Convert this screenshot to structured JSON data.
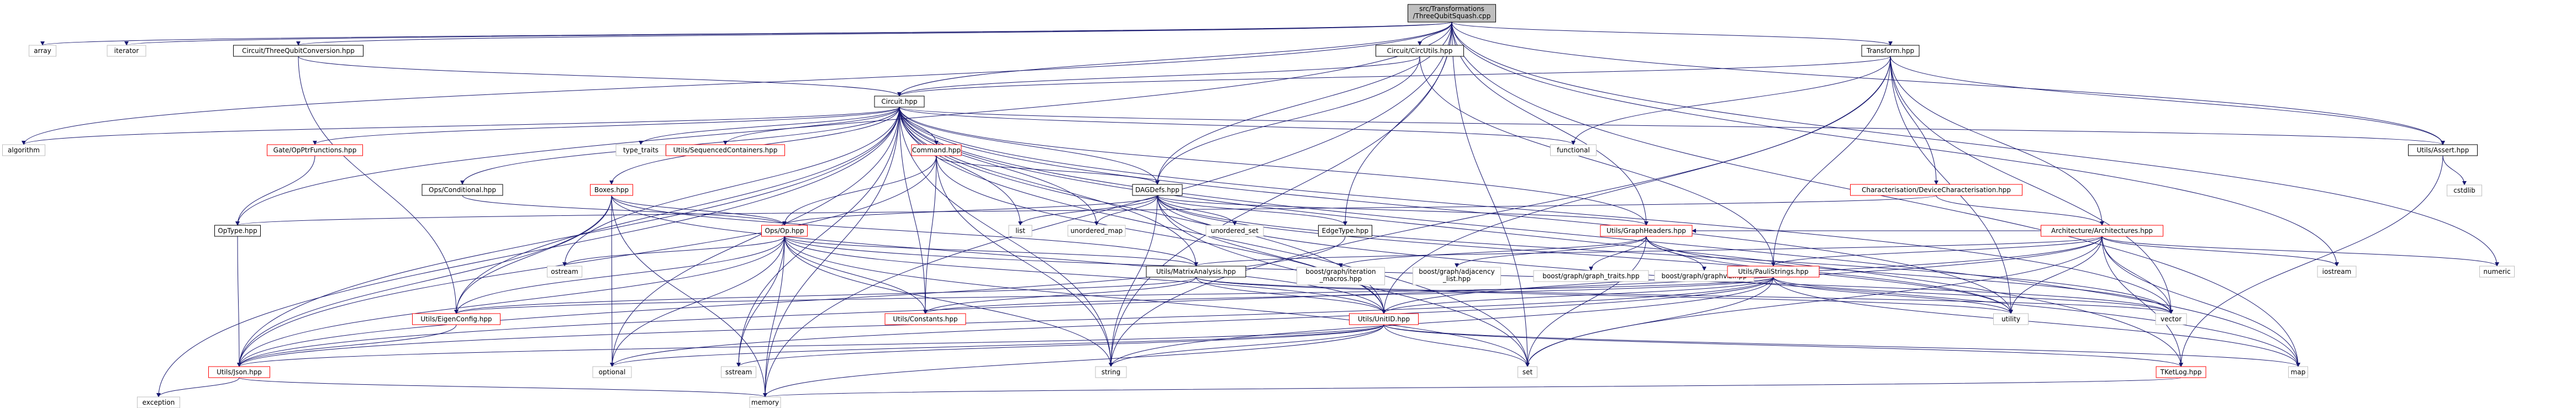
{
  "graph": {
    "colors": {
      "edge": "#191970",
      "node_fill": "#ffffff",
      "node_border": "#000000",
      "root_fill": "#bfbfbf",
      "incomplete_border": "#ff0000",
      "leaf_border": "#bfbfbf"
    },
    "nodes": [
      {
        "id": "root",
        "lines": [
          "src/Transformations",
          "/ThreeQubitSquash.cpp"
        ],
        "kind": "root"
      },
      {
        "id": "array",
        "lines": [
          "array"
        ],
        "kind": "leaf"
      },
      {
        "id": "iterator",
        "lines": [
          "iterator"
        ],
        "kind": "leaf"
      },
      {
        "id": "tq_conv",
        "lines": [
          "Circuit/ThreeQubitConversion.hpp"
        ],
        "kind": "normal"
      },
      {
        "id": "circutils",
        "lines": [
          "Circuit/CircUtils.hpp"
        ],
        "kind": "normal"
      },
      {
        "id": "transform",
        "lines": [
          "Transform.hpp"
        ],
        "kind": "normal"
      },
      {
        "id": "algorithm",
        "lines": [
          "algorithm"
        ],
        "kind": "leaf"
      },
      {
        "id": "circuit",
        "lines": [
          "Circuit.hpp"
        ],
        "kind": "normal"
      },
      {
        "id": "type_traits",
        "lines": [
          "type_traits"
        ],
        "kind": "leaf"
      },
      {
        "id": "seqcont",
        "lines": [
          "Utils/SequencedContainers.hpp"
        ],
        "kind": "incomplete"
      },
      {
        "id": "functional",
        "lines": [
          "functional"
        ],
        "kind": "leaf"
      },
      {
        "id": "utilsassert",
        "lines": [
          "Utils/Assert.hpp"
        ],
        "kind": "normal"
      },
      {
        "id": "cstdlib",
        "lines": [
          "cstdlib"
        ],
        "kind": "leaf"
      },
      {
        "id": "opptrfn",
        "lines": [
          "Gate/OpPtrFunctions.hpp"
        ],
        "kind": "incomplete"
      },
      {
        "id": "command",
        "lines": [
          "Command.hpp"
        ],
        "kind": "incomplete"
      },
      {
        "id": "dagdefs",
        "lines": [
          "DAGDefs.hpp"
        ],
        "kind": "normal"
      },
      {
        "id": "devchar",
        "lines": [
          "Characterisation/DeviceCharacterisation.hpp"
        ],
        "kind": "incomplete"
      },
      {
        "id": "conditional",
        "lines": [
          "Ops/Conditional.hpp"
        ],
        "kind": "normal"
      },
      {
        "id": "optype",
        "lines": [
          "OpType.hpp"
        ],
        "kind": "normal"
      },
      {
        "id": "boxes",
        "lines": [
          "Boxes.hpp"
        ],
        "kind": "incomplete"
      },
      {
        "id": "list",
        "lines": [
          "list"
        ],
        "kind": "leaf"
      },
      {
        "id": "unordered_map",
        "lines": [
          "unordered_map"
        ],
        "kind": "leaf"
      },
      {
        "id": "unordered_set",
        "lines": [
          "unordered_set"
        ],
        "kind": "leaf"
      },
      {
        "id": "edgetype",
        "lines": [
          "EdgeType.hpp"
        ],
        "kind": "normal"
      },
      {
        "id": "graphheaders",
        "lines": [
          "Utils/GraphHeaders.hpp"
        ],
        "kind": "incomplete"
      },
      {
        "id": "architectures",
        "lines": [
          "Architecture/Architectures.hpp"
        ],
        "kind": "incomplete"
      },
      {
        "id": "opsop",
        "lines": [
          "Ops/Op.hpp"
        ],
        "kind": "incomplete"
      },
      {
        "id": "ostream",
        "lines": [
          "ostream"
        ],
        "kind": "leaf"
      },
      {
        "id": "matrixanalysis",
        "lines": [
          "Utils/MatrixAnalysis.hpp"
        ],
        "kind": "normal"
      },
      {
        "id": "bgiter",
        "lines": [
          "boost/graph/iteration",
          "_macros.hpp"
        ],
        "kind": "leaf"
      },
      {
        "id": "bgadj",
        "lines": [
          "boost/graph/adjacency",
          "_list.hpp"
        ],
        "kind": "leaf"
      },
      {
        "id": "bgtraits",
        "lines": [
          "boost/graph/graph_traits.hpp"
        ],
        "kind": "leaf"
      },
      {
        "id": "bgviz",
        "lines": [
          "boost/graph/graphviz.hpp"
        ],
        "kind": "leaf"
      },
      {
        "id": "paulistrings",
        "lines": [
          "Utils/PauliStrings.hpp"
        ],
        "kind": "incomplete"
      },
      {
        "id": "iostream",
        "lines": [
          "iostream"
        ],
        "kind": "leaf"
      },
      {
        "id": "numeric",
        "lines": [
          "numeric"
        ],
        "kind": "leaf"
      },
      {
        "id": "eigenconfig",
        "lines": [
          "Utils/EigenConfig.hpp"
        ],
        "kind": "incomplete"
      },
      {
        "id": "constants",
        "lines": [
          "Utils/Constants.hpp"
        ],
        "kind": "incomplete"
      },
      {
        "id": "unitid",
        "lines": [
          "Utils/UnitID.hpp"
        ],
        "kind": "incomplete"
      },
      {
        "id": "utility",
        "lines": [
          "utility"
        ],
        "kind": "leaf"
      },
      {
        "id": "vector",
        "lines": [
          "vector"
        ],
        "kind": "leaf"
      },
      {
        "id": "json",
        "lines": [
          "Utils/Json.hpp"
        ],
        "kind": "incomplete"
      },
      {
        "id": "optional",
        "lines": [
          "optional"
        ],
        "kind": "leaf"
      },
      {
        "id": "sstream",
        "lines": [
          "sstream"
        ],
        "kind": "leaf"
      },
      {
        "id": "string",
        "lines": [
          "string"
        ],
        "kind": "leaf"
      },
      {
        "id": "set",
        "lines": [
          "set"
        ],
        "kind": "leaf"
      },
      {
        "id": "tketlog",
        "lines": [
          "TKetLog.hpp"
        ],
        "kind": "incomplete"
      },
      {
        "id": "map",
        "lines": [
          "map"
        ],
        "kind": "leaf"
      },
      {
        "id": "exception",
        "lines": [
          "exception"
        ],
        "kind": "leaf"
      },
      {
        "id": "memory",
        "lines": [
          "memory"
        ],
        "kind": "leaf"
      }
    ],
    "edges": [
      [
        "root",
        "array"
      ],
      [
        "root",
        "iterator"
      ],
      [
        "root",
        "tq_conv"
      ],
      [
        "root",
        "circutils"
      ],
      [
        "root",
        "transform"
      ],
      [
        "root",
        "algorithm"
      ],
      [
        "root",
        "circuit"
      ],
      [
        "root",
        "utilsassert"
      ],
      [
        "root",
        "optype"
      ],
      [
        "root",
        "edgetype"
      ],
      [
        "root",
        "graphheaders"
      ],
      [
        "root",
        "dagdefs"
      ],
      [
        "root",
        "iostream"
      ],
      [
        "root",
        "numeric"
      ],
      [
        "root",
        "map"
      ],
      [
        "root",
        "memory"
      ],
      [
        "root",
        "string"
      ],
      [
        "root",
        "set"
      ],
      [
        "tq_conv",
        "circuit"
      ],
      [
        "tq_conv",
        "eigenconfig"
      ],
      [
        "circutils",
        "circuit"
      ],
      [
        "circutils",
        "dagdefs"
      ],
      [
        "circutils",
        "paulistrings"
      ],
      [
        "transform",
        "circuit"
      ],
      [
        "transform",
        "devchar"
      ],
      [
        "transform",
        "architectures"
      ],
      [
        "transform",
        "paulistrings"
      ],
      [
        "transform",
        "functional"
      ],
      [
        "transform",
        "utility"
      ],
      [
        "transform",
        "vector"
      ],
      [
        "transform",
        "unitid"
      ],
      [
        "transform",
        "string"
      ],
      [
        "transform",
        "utilsassert"
      ],
      [
        "circuit",
        "algorithm"
      ],
      [
        "circuit",
        "type_traits"
      ],
      [
        "circuit",
        "seqcont"
      ],
      [
        "circuit",
        "functional"
      ],
      [
        "circuit",
        "utilsassert"
      ],
      [
        "circuit",
        "opptrfn"
      ],
      [
        "circuit",
        "command"
      ],
      [
        "circuit",
        "dagdefs"
      ],
      [
        "circuit",
        "conditional"
      ],
      [
        "circuit",
        "boxes"
      ],
      [
        "circuit",
        "list"
      ],
      [
        "circuit",
        "unordered_map"
      ],
      [
        "circuit",
        "ostream"
      ],
      [
        "circuit",
        "graphheaders"
      ],
      [
        "circuit",
        "matrixanalysis"
      ],
      [
        "circuit",
        "unitid"
      ],
      [
        "circuit",
        "json"
      ],
      [
        "circuit",
        "optional"
      ],
      [
        "circuit",
        "sstream"
      ],
      [
        "circuit",
        "string"
      ],
      [
        "circuit",
        "exception"
      ],
      [
        "circuit",
        "constants"
      ],
      [
        "circuit",
        "eigenconfig"
      ],
      [
        "circuit",
        "utility"
      ],
      [
        "circuit",
        "vector"
      ],
      [
        "circuit",
        "set"
      ],
      [
        "circuit",
        "tketlog"
      ],
      [
        "circuit",
        "map"
      ],
      [
        "circuit",
        "memory"
      ],
      [
        "utilsassert",
        "cstdlib"
      ],
      [
        "utilsassert",
        "tketlog"
      ],
      [
        "opptrfn",
        "optype"
      ],
      [
        "command",
        "dagdefs"
      ],
      [
        "command",
        "opsop"
      ],
      [
        "command",
        "unitid"
      ],
      [
        "command",
        "json"
      ],
      [
        "command",
        "string"
      ],
      [
        "command",
        "constants"
      ],
      [
        "dagdefs",
        "list"
      ],
      [
        "dagdefs",
        "unordered_map"
      ],
      [
        "dagdefs",
        "unordered_set"
      ],
      [
        "dagdefs",
        "edgetype"
      ],
      [
        "dagdefs",
        "graphheaders"
      ],
      [
        "dagdefs",
        "opsop"
      ],
      [
        "dagdefs",
        "unitid"
      ],
      [
        "dagdefs",
        "vector"
      ],
      [
        "dagdefs",
        "string"
      ],
      [
        "dagdefs",
        "set"
      ],
      [
        "dagdefs",
        "utility"
      ],
      [
        "dagdefs",
        "map"
      ],
      [
        "devchar",
        "architectures"
      ],
      [
        "devchar",
        "optype"
      ],
      [
        "conditional",
        "opsop"
      ],
      [
        "optype",
        "json"
      ],
      [
        "boxes",
        "opsop"
      ],
      [
        "boxes",
        "matrixanalysis"
      ],
      [
        "boxes",
        "json"
      ],
      [
        "boxes",
        "optional"
      ],
      [
        "boxes",
        "unitid"
      ],
      [
        "boxes",
        "eigenconfig"
      ],
      [
        "boxes",
        "memory"
      ],
      [
        "edgetype",
        "json"
      ],
      [
        "graphheaders",
        "bgiter"
      ],
      [
        "graphheaders",
        "bgadj"
      ],
      [
        "graphheaders",
        "bgtraits"
      ],
      [
        "graphheaders",
        "bgviz"
      ],
      [
        "graphheaders",
        "set"
      ],
      [
        "graphheaders",
        "vector"
      ],
      [
        "graphheaders",
        "utility"
      ],
      [
        "architectures",
        "paulistrings"
      ],
      [
        "architectures",
        "matrixanalysis"
      ],
      [
        "architectures",
        "graphheaders"
      ],
      [
        "architectures",
        "iostream"
      ],
      [
        "architectures",
        "numeric"
      ],
      [
        "architectures",
        "set"
      ],
      [
        "architectures",
        "map"
      ],
      [
        "architectures",
        "utility"
      ],
      [
        "architectures",
        "vector"
      ],
      [
        "architectures",
        "tketlog"
      ],
      [
        "architectures",
        "json"
      ],
      [
        "architectures",
        "unitid"
      ],
      [
        "opsop",
        "ostream"
      ],
      [
        "opsop",
        "matrixanalysis"
      ],
      [
        "opsop",
        "unitid"
      ],
      [
        "opsop",
        "eigenconfig"
      ],
      [
        "opsop",
        "constants"
      ],
      [
        "opsop",
        "json"
      ],
      [
        "opsop",
        "optional"
      ],
      [
        "opsop",
        "sstream"
      ],
      [
        "opsop",
        "string"
      ],
      [
        "opsop",
        "memory"
      ],
      [
        "opsop",
        "vector"
      ],
      [
        "opsop",
        "set"
      ],
      [
        "matrixanalysis",
        "eigenconfig"
      ],
      [
        "matrixanalysis",
        "constants"
      ],
      [
        "matrixanalysis",
        "unitid"
      ],
      [
        "matrixanalysis",
        "utility"
      ],
      [
        "matrixanalysis",
        "vector"
      ],
      [
        "paulistrings",
        "unitid"
      ],
      [
        "paulistrings",
        "constants"
      ],
      [
        "paulistrings",
        "eigenconfig"
      ],
      [
        "paulistrings",
        "json"
      ],
      [
        "paulistrings",
        "set"
      ],
      [
        "paulistrings",
        "utility"
      ],
      [
        "paulistrings",
        "vector"
      ],
      [
        "paulistrings",
        "map"
      ],
      [
        "paulistrings",
        "string"
      ],
      [
        "paulistrings",
        "optional"
      ],
      [
        "eigenconfig",
        "json"
      ],
      [
        "unitid",
        "json"
      ],
      [
        "unitid",
        "optional"
      ],
      [
        "unitid",
        "sstream"
      ],
      [
        "unitid",
        "string"
      ],
      [
        "unitid",
        "set"
      ],
      [
        "unitid",
        "map"
      ],
      [
        "unitid",
        "tketlog"
      ],
      [
        "unitid",
        "memory"
      ],
      [
        "json",
        "exception"
      ],
      [
        "json",
        "memory"
      ],
      [
        "tketlog",
        "memory"
      ]
    ]
  }
}
